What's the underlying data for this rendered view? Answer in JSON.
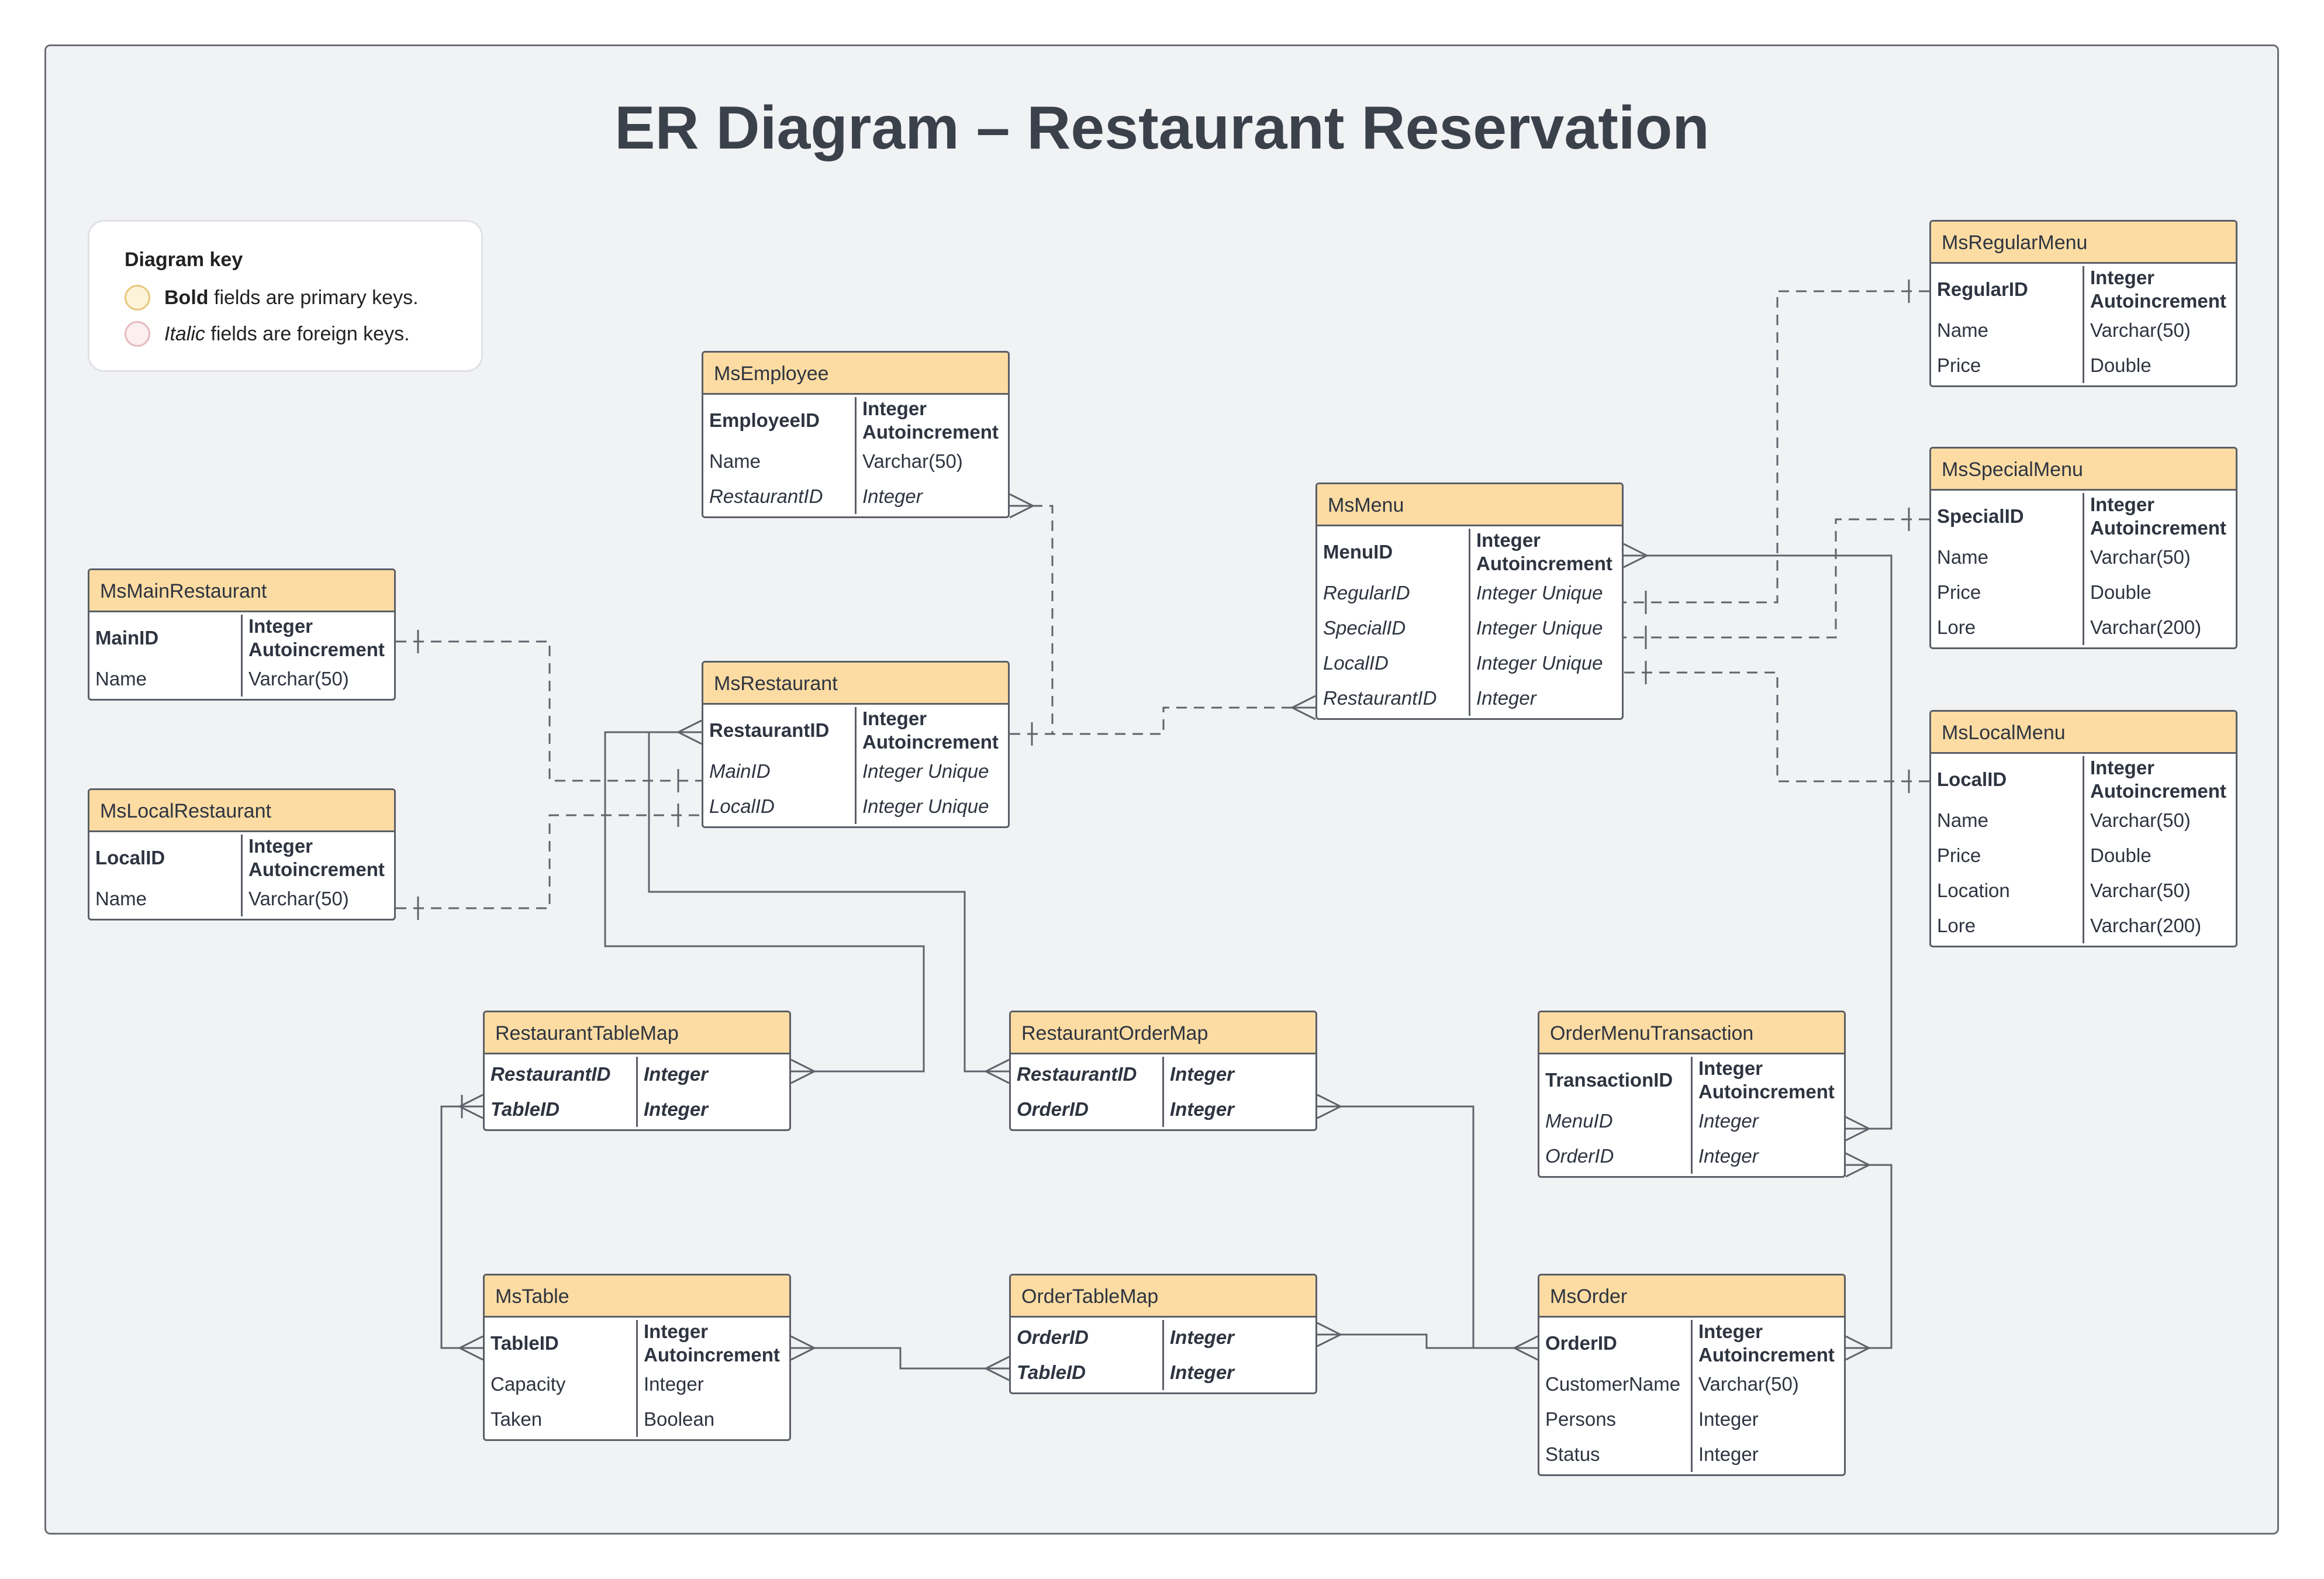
{
  "title": "ER Diagram – Restaurant Reservation",
  "legend": {
    "title": "Diagram key",
    "pk_bold": "Bold",
    "pk_rest": " fields are primary keys.",
    "fk_italic": "Italic",
    "fk_rest": " fields are foreign keys."
  },
  "colors": {
    "header_fill": "#fcdca3",
    "background": "#f1f2f4",
    "border": "#5a5e66",
    "text": "#333a44"
  },
  "entities": {
    "MsRegularMenu": {
      "name": "MsRegularMenu",
      "fields": [
        {
          "name": "RegularID",
          "type": "Integer Autoincrement",
          "kind": "pk"
        },
        {
          "name": "Name",
          "type": "Varchar(50)",
          "kind": "plain"
        },
        {
          "name": "Price",
          "type": "Double",
          "kind": "plain"
        }
      ]
    },
    "MsSpecialMenu": {
      "name": "MsSpecialMenu",
      "fields": [
        {
          "name": "SpecialID",
          "type": "Integer Autoincrement",
          "kind": "pk"
        },
        {
          "name": "Name",
          "type": "Varchar(50)",
          "kind": "plain"
        },
        {
          "name": "Price",
          "type": "Double",
          "kind": "plain"
        },
        {
          "name": "Lore",
          "type": "Varchar(200)",
          "kind": "plain"
        }
      ]
    },
    "MsLocalMenu": {
      "name": "MsLocalMenu",
      "fields": [
        {
          "name": "LocalID",
          "type": "Integer Autoincrement",
          "kind": "pk"
        },
        {
          "name": "Name",
          "type": "Varchar(50)",
          "kind": "plain"
        },
        {
          "name": "Price",
          "type": "Double",
          "kind": "plain"
        },
        {
          "name": "Location",
          "type": "Varchar(50)",
          "kind": "plain"
        },
        {
          "name": "Lore",
          "type": "Varchar(200)",
          "kind": "plain"
        }
      ]
    },
    "MsEmployee": {
      "name": "MsEmployee",
      "fields": [
        {
          "name": "EmployeeID",
          "type": "Integer Autoincrement",
          "kind": "pk"
        },
        {
          "name": "Name",
          "type": "Varchar(50)",
          "kind": "plain"
        },
        {
          "name": "RestaurantID",
          "type": "Integer",
          "kind": "fk"
        }
      ]
    },
    "MsMenu": {
      "name": "MsMenu",
      "fields": [
        {
          "name": "MenuID",
          "type": "Integer Autoincrement",
          "kind": "pk"
        },
        {
          "name": "RegularID",
          "type": "Integer Unique",
          "kind": "fk"
        },
        {
          "name": "SpecialID",
          "type": "Integer Unique",
          "kind": "fk"
        },
        {
          "name": "LocalID",
          "type": "Integer Unique",
          "kind": "fk"
        },
        {
          "name": "RestaurantID",
          "type": "Integer",
          "kind": "fk"
        }
      ]
    },
    "MsMainRestaurant": {
      "name": "MsMainRestaurant",
      "fields": [
        {
          "name": "MainID",
          "type": "Integer Autoincrement",
          "kind": "pk"
        },
        {
          "name": "Name",
          "type": "Varchar(50)",
          "kind": "plain"
        }
      ]
    },
    "MsLocalRestaurant": {
      "name": "MsLocalRestaurant",
      "fields": [
        {
          "name": "LocalID",
          "type": "Integer Autoincrement",
          "kind": "pk"
        },
        {
          "name": "Name",
          "type": "Varchar(50)",
          "kind": "plain"
        }
      ]
    },
    "MsRestaurant": {
      "name": "MsRestaurant",
      "fields": [
        {
          "name": "RestaurantID",
          "type": "Integer Autoincrement",
          "kind": "pk"
        },
        {
          "name": "MainID",
          "type": "Integer Unique",
          "kind": "fk"
        },
        {
          "name": "LocalID",
          "type": "Integer Unique",
          "kind": "fk"
        }
      ]
    },
    "RestaurantTableMap": {
      "name": "RestaurantTableMap",
      "fields": [
        {
          "name": "RestaurantID",
          "type": "Integer",
          "kind": "pkfk"
        },
        {
          "name": "TableID",
          "type": "Integer",
          "kind": "pkfk"
        }
      ]
    },
    "RestaurantOrderMap": {
      "name": "RestaurantOrderMap",
      "fields": [
        {
          "name": "RestaurantID",
          "type": "Integer",
          "kind": "pkfk"
        },
        {
          "name": "OrderID",
          "type": "Integer",
          "kind": "pkfk"
        }
      ]
    },
    "OrderMenuTransaction": {
      "name": "OrderMenuTransaction",
      "fields": [
        {
          "name": "TransactionID",
          "type": "Integer Autoincrement",
          "kind": "pk"
        },
        {
          "name": "MenuID",
          "type": "Integer",
          "kind": "fk"
        },
        {
          "name": "OrderID",
          "type": "Integer",
          "kind": "fk"
        }
      ]
    },
    "MsTable": {
      "name": "MsTable",
      "fields": [
        {
          "name": "TableID",
          "type": "Integer Autoincrement",
          "kind": "pk"
        },
        {
          "name": "Capacity",
          "type": "Integer",
          "kind": "plain"
        },
        {
          "name": "Taken",
          "type": "Boolean",
          "kind": "plain"
        }
      ]
    },
    "OrderTableMap": {
      "name": "OrderTableMap",
      "fields": [
        {
          "name": "OrderID",
          "type": "Integer",
          "kind": "pkfk"
        },
        {
          "name": "TableID",
          "type": "Integer",
          "kind": "pkfk"
        }
      ]
    },
    "MsOrder": {
      "name": "MsOrder",
      "fields": [
        {
          "name": "OrderID",
          "type": "Integer Autoincrement",
          "kind": "pk"
        },
        {
          "name": "CustomerName",
          "type": "Varchar(50)",
          "kind": "plain"
        },
        {
          "name": "Persons",
          "type": "Integer",
          "kind": "plain"
        },
        {
          "name": "Status",
          "type": "Integer",
          "kind": "plain"
        }
      ]
    }
  },
  "relationships": [
    {
      "from": "MsRegularMenu.RegularID",
      "to": "MsMenu.RegularID",
      "from_card": "one",
      "to_card": "one",
      "line": "dashed"
    },
    {
      "from": "MsSpecialMenu.SpecialID",
      "to": "MsMenu.SpecialID",
      "from_card": "one",
      "to_card": "one",
      "line": "dashed"
    },
    {
      "from": "MsLocalMenu.LocalID",
      "to": "MsMenu.LocalID",
      "from_card": "one",
      "to_card": "one",
      "line": "dashed"
    },
    {
      "from": "MsRestaurant.RestaurantID",
      "to": "MsMenu.RestaurantID",
      "from_card": "one",
      "to_card": "many",
      "line": "dashed"
    },
    {
      "from": "MsRestaurant.RestaurantID",
      "to": "MsEmployee.RestaurantID",
      "from_card": "one",
      "to_card": "many",
      "line": "dashed"
    },
    {
      "from": "MsMainRestaurant.MainID",
      "to": "MsRestaurant.MainID",
      "from_card": "one",
      "to_card": "one",
      "line": "dashed"
    },
    {
      "from": "MsLocalRestaurant.Name",
      "to": "MsRestaurant.LocalID",
      "from_card": "one",
      "to_card": "one",
      "line": "dashed"
    },
    {
      "from": "MsRestaurant.RestaurantID",
      "to": "RestaurantTableMap.RestaurantID",
      "from_card": "many",
      "to_card": "many",
      "line": "solid"
    },
    {
      "from": "MsRestaurant.RestaurantID",
      "to": "RestaurantOrderMap.RestaurantID",
      "from_card": "many",
      "to_card": "many",
      "line": "solid"
    },
    {
      "from": "MsMenu.MenuID",
      "to": "OrderMenuTransaction.MenuID",
      "from_card": "many",
      "to_card": "many",
      "line": "solid"
    },
    {
      "from": "RestaurantOrderMap.OrderID",
      "to": "MsOrder.OrderID",
      "from_card": "many",
      "to_card": "many",
      "line": "solid"
    },
    {
      "from": "OrderMenuTransaction.OrderID",
      "to": "MsOrder.OrderID",
      "from_card": "many",
      "to_card": "many",
      "line": "solid"
    },
    {
      "from": "MsTable.TableID",
      "to": "RestaurantTableMap.TableID",
      "from_card": "many",
      "to_card": "one_many",
      "line": "solid"
    },
    {
      "from": "MsTable.TableID",
      "to": "OrderTableMap.TableID",
      "from_card": "many",
      "to_card": "many",
      "line": "solid"
    },
    {
      "from": "OrderTableMap.OrderID",
      "to": "MsOrder.OrderID",
      "from_card": "many",
      "to_card": "many",
      "line": "solid"
    }
  ]
}
